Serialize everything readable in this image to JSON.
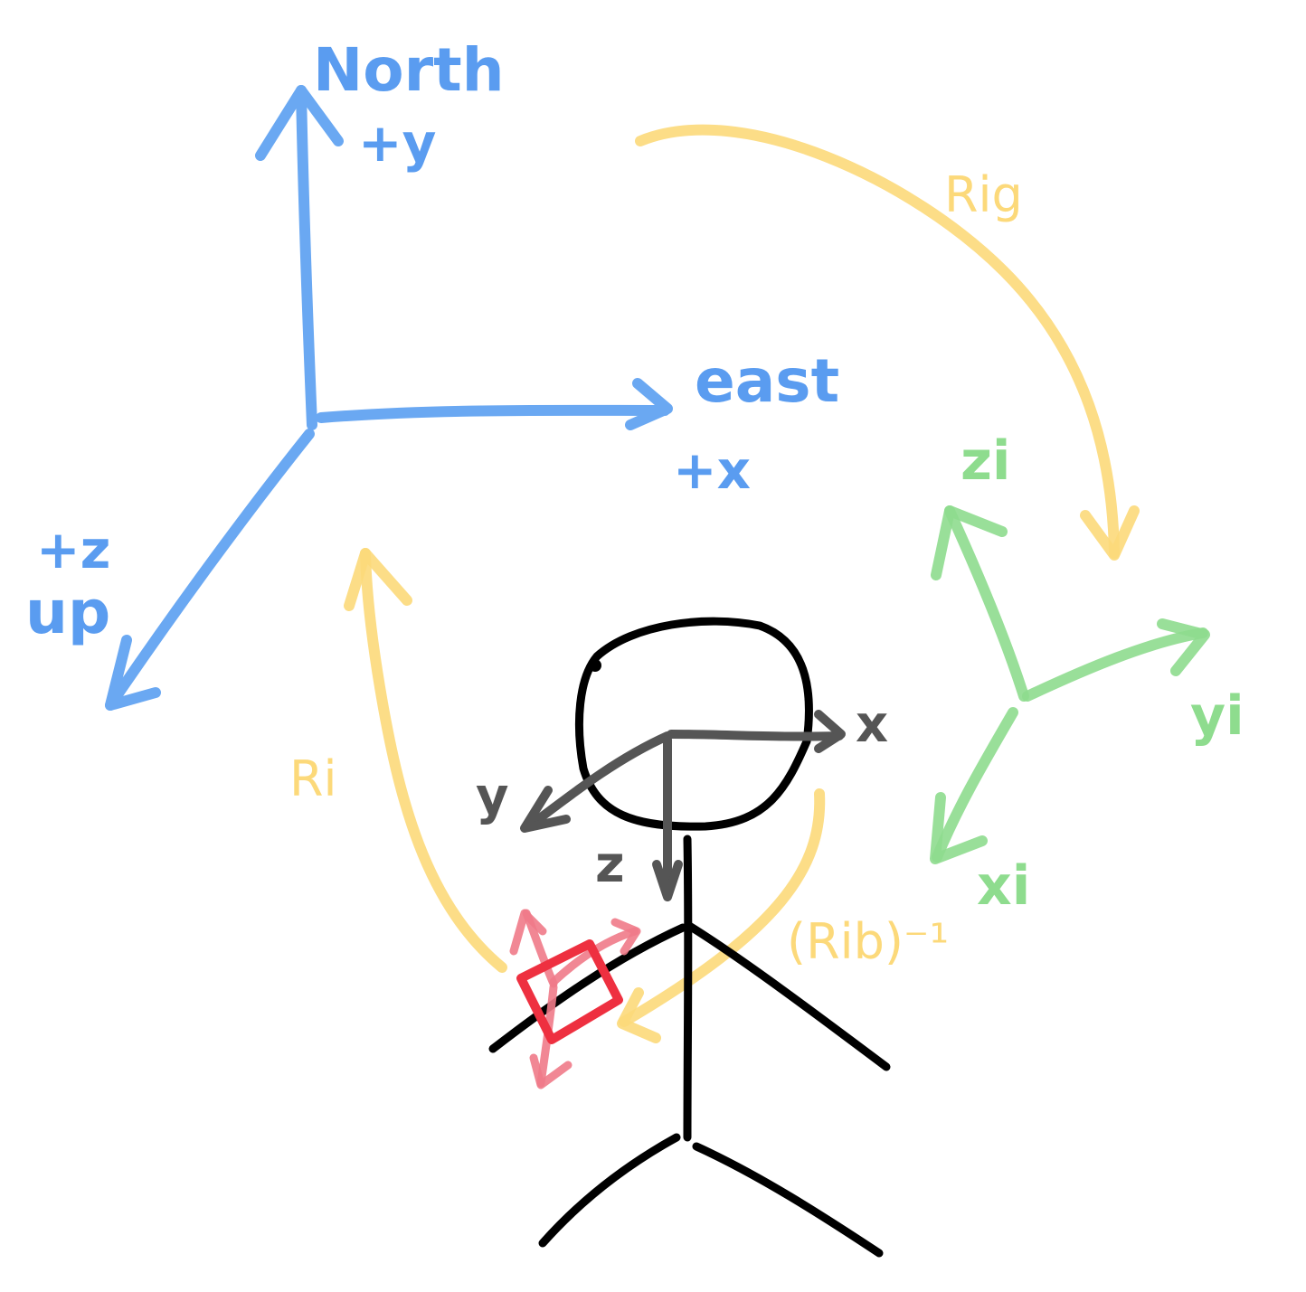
{
  "global_frame": {
    "north_label": "North",
    "y_label": "+y",
    "east_label": "east",
    "x_label": "+x",
    "z_label": "+z",
    "up_label": "up"
  },
  "rotations": {
    "r_ig": "Rig",
    "r_i": "Ri",
    "r_ib_inv": "(Rib)⁻¹"
  },
  "imu_frame": {
    "z_label": "zi",
    "y_label": "yi",
    "x_label": "xi"
  },
  "body_frame": {
    "x_label": "x",
    "y_label": "y",
    "z_label": "z"
  },
  "colors": {
    "global_frame": "#6aa8f2",
    "rotations": "#fcd97a",
    "imu_frame": "#8edc8e",
    "body_frame": "#555555",
    "figure": "#000000",
    "sensor": "#ee3040"
  }
}
